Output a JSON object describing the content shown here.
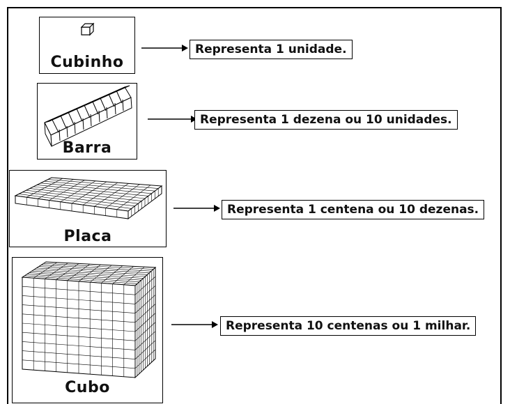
{
  "items": [
    {
      "name": "Cubinho",
      "description": "Representa 1 unidade.",
      "icon": "unit-cube-icon"
    },
    {
      "name": "Barra",
      "description": "Representa 1 dezena ou 10 unidades.",
      "icon": "rod-icon"
    },
    {
      "name": "Placa",
      "description": "Representa 1 centena ou 10 dezenas.",
      "icon": "flat-icon"
    },
    {
      "name": "Cubo",
      "description": "Representa 10 centenas ou 1 milhar.",
      "icon": "block-icon"
    }
  ]
}
